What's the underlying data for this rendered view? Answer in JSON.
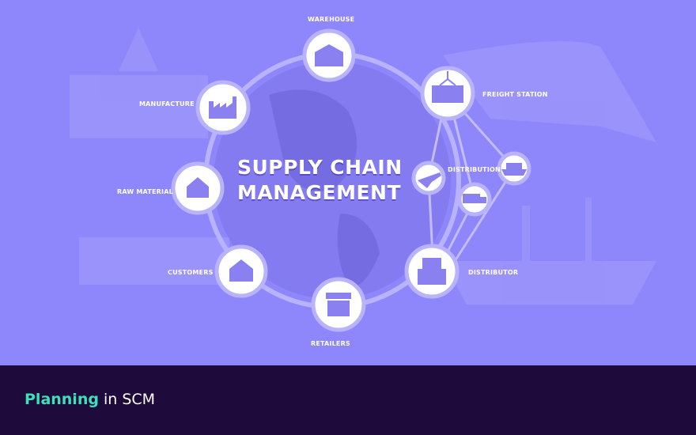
{
  "diagram": {
    "title_line1": "SUPPLY CHAIN",
    "title_line2": "MANAGEMENT",
    "nodes": {
      "warehouse": "WAREHOUSE",
      "freight_station": "FREIGHT STATION",
      "manufacture": "MANUFACTURE",
      "raw_material": "RAW MATERIAL",
      "customers": "CUSTOMERS",
      "retailers": "RETAILERS",
      "distributor": "DISTRIBUTOR",
      "distribution": "DISTRIBUTION"
    },
    "colors": {
      "background": "#8e86fb",
      "node_fill": "#ffffff",
      "icon": "#8a80f0"
    }
  },
  "footer": {
    "highlight": "Planning",
    "rest": " in SCM",
    "colors": {
      "background": "#1e0b3b",
      "highlight": "#3ee0b8"
    }
  }
}
